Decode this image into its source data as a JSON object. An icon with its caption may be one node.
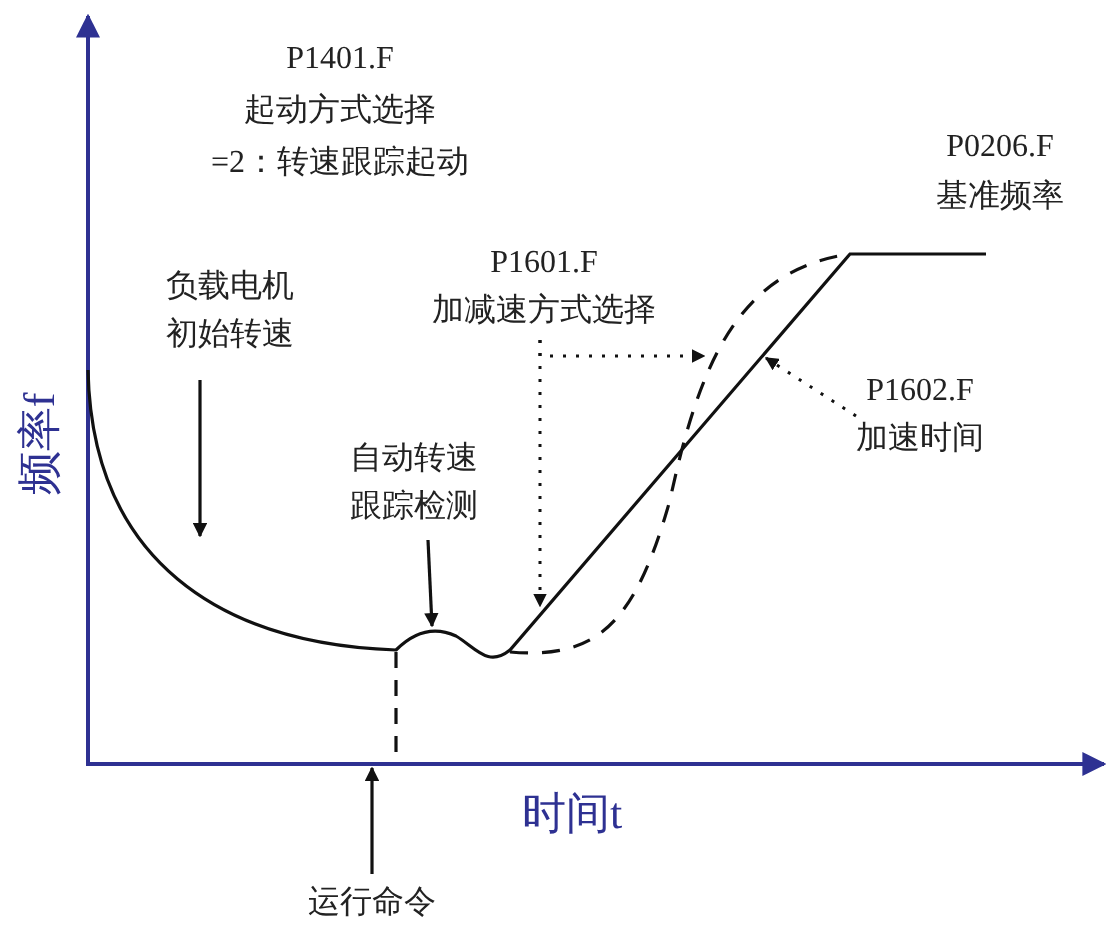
{
  "diagram": {
    "nodes": [
      {
        "text": [
          "负载电机初始转速"
        ]
      },
      {
        "text": [
          "自动转速跟踪检测"
        ]
      },
      {
        "text": [
          "P1601.F",
          "加减速方式选择"
        ]
      },
      {
        "text": [
          "P1602.F",
          "加速时间"
        ]
      },
      {
        "text": [
          "运行命令"
        ]
      },
      {
        "text": [],
        "shape": "line"
      }
    ],
    "edges": [
      {
        "from": 0,
        "to": null,
        "arrow": "to"
      },
      {
        "from": 1,
        "to": null,
        "arrow": "to"
      },
      {
        "from": 2,
        "to": null,
        "arrow": "to",
        "style": "dashed"
      },
      {
        "from": 2,
        "to": null,
        "arrow": "to",
        "style": "dashed"
      },
      {
        "from": 3,
        "to": null,
        "arrow": "to",
        "style": "dashed"
      },
      {
        "from": 4,
        "to": 5,
        "arrow": "to"
      }
    ],
    "labels": [
      "P1401.F",
      "起动方式选择",
      "=2：转速跟踪起动",
      "P0206.F",
      "基准频率",
      "频率f",
      "时间t"
    ]
  }
}
